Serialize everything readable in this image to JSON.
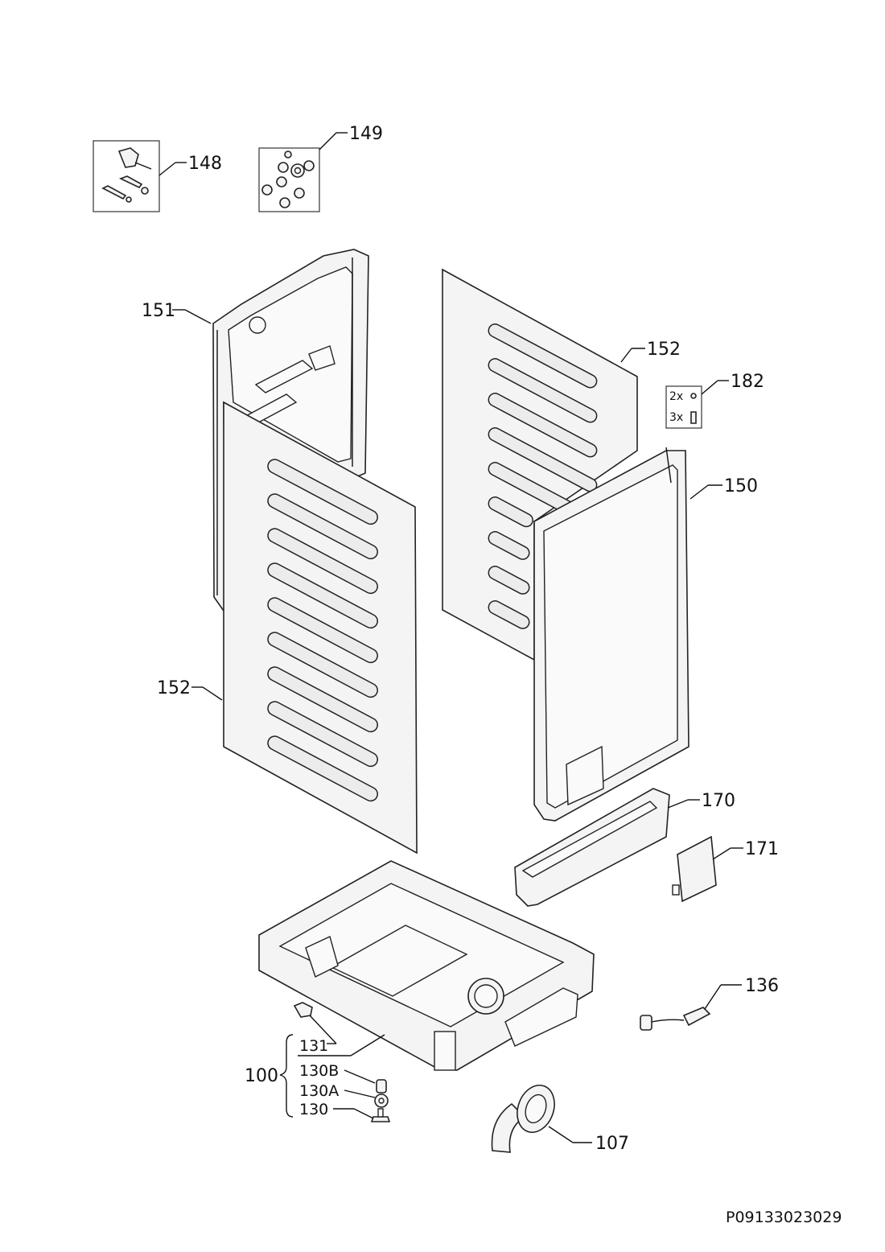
{
  "document_code": "P09133023029",
  "callouts": {
    "c148": "148",
    "c149": "149",
    "c151": "151",
    "c152_top": "152",
    "c182": "182",
    "c150": "150",
    "c152_left": "152",
    "c170": "170",
    "c171": "171",
    "c136": "136",
    "c131": "131",
    "c100": "100",
    "c130b": "130B",
    "c130a": "130A",
    "c130": "130",
    "c107": "107"
  },
  "kit_182": {
    "row1_qty": "2x",
    "row2_qty": "3x"
  }
}
